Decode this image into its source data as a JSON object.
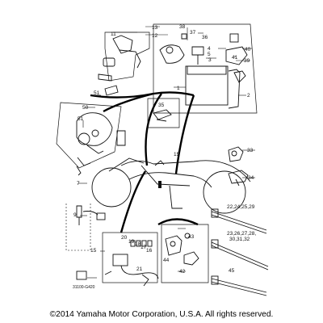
{
  "footer": {
    "copyright": "©2014 Yamaha Motor Corporation, U.S.A. All rights reserved."
  },
  "diagram_code": "31100-G420",
  "callouts": {
    "c1": "1",
    "c2": "2",
    "c3": "3",
    "c4": "4",
    "c5": "5",
    "c7": "7",
    "c9": "9",
    "c11": "11",
    "c12": "12",
    "c13": "13",
    "c15a": "15",
    "c15b": "15",
    "c16": "16",
    "c17": "17",
    "c18": "18",
    "c19": "19",
    "c20": "20",
    "c21": "21",
    "c22": "22,24,25,29",
    "c23a": "23,26,27,28,",
    "c23b": "30,31,32",
    "c33": "33",
    "c34": "34",
    "c35": "35",
    "c36": "36",
    "c37": "37",
    "c38": "38",
    "c39": "39",
    "c40": "40",
    "c41": "41",
    "c42": "42",
    "c43": "43",
    "c44": "44",
    "c45": "45",
    "c50": "50",
    "c51a": "51",
    "c51b": "51"
  }
}
